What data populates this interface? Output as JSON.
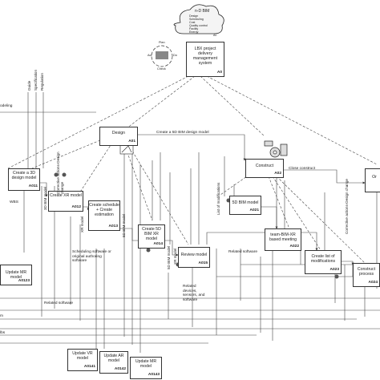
{
  "bim_cloud": {
    "title": "n-D BIM",
    "items": [
      "Design",
      "Scheduling",
      "Cost",
      "Quality control",
      "Facility",
      "Energy"
    ],
    "footer": "A0"
  },
  "lbx_box": {
    "title": "LBX project delivery management system",
    "code": "A0"
  },
  "plan_cycle": {
    "top": "Plan",
    "left": "Act",
    "right": "Do",
    "bottom": "Check"
  },
  "design_box": {
    "label": "Design",
    "code": "A01"
  },
  "construct_box": {
    "label": "Construct",
    "code": "A02"
  },
  "operate_box": {
    "label": "Or"
  },
  "left_boxes": [
    {
      "label": "Create a 3D design model",
      "code": "A011"
    },
    {
      "label": "Create XR model",
      "code": "A012"
    },
    {
      "label": "Create schedule + Create estimation",
      "code": "A013"
    },
    {
      "label": "Create 5D BIM XR model",
      "code": "A014"
    },
    {
      "label": "Review model",
      "code": "A015"
    },
    {
      "label": "Update MR model",
      "code": "A0123"
    },
    {
      "label": "Update VR model",
      "code": "A0141"
    },
    {
      "label": "Update AR model",
      "code": "A0142"
    },
    {
      "label": "Update MR model",
      "code": "A0143"
    }
  ],
  "right_boxes": [
    {
      "label": "5D BIM model",
      "code": "A021"
    },
    {
      "label": "team-BIM-XR based meeting",
      "code": "A022"
    },
    {
      "label": "Create list of modifications",
      "code": "A023"
    },
    {
      "label": "Construct process",
      "code": "A024"
    }
  ],
  "labels": {
    "create_5d": "Create a 5D BIM design model",
    "close_construct": "Close construct",
    "corrective_left": "Corrective actions-Design change",
    "corrective_right": "Corrective actions-Design change",
    "wbs": "WBS",
    "modeling": "odeling",
    "list_mods": "List of modifications",
    "sched_sw": "Scheduling software or original authoring software",
    "related_sw_mid": "Related software",
    "related_sw_low": "Related software",
    "related_devices": "Related devices, sensors, and software",
    "bim_model_a": "3D BIM model",
    "xr_model": "XR model",
    "bim_model_b": "5D BIM model",
    "bim_model_c": "5D BIM model",
    "xr_model_b": "XR model",
    "top_guide": "Guide",
    "top_spec": "Specification",
    "top_reg": "Regulation",
    "edge_m": "m",
    "edge_lbs": "lbs"
  }
}
